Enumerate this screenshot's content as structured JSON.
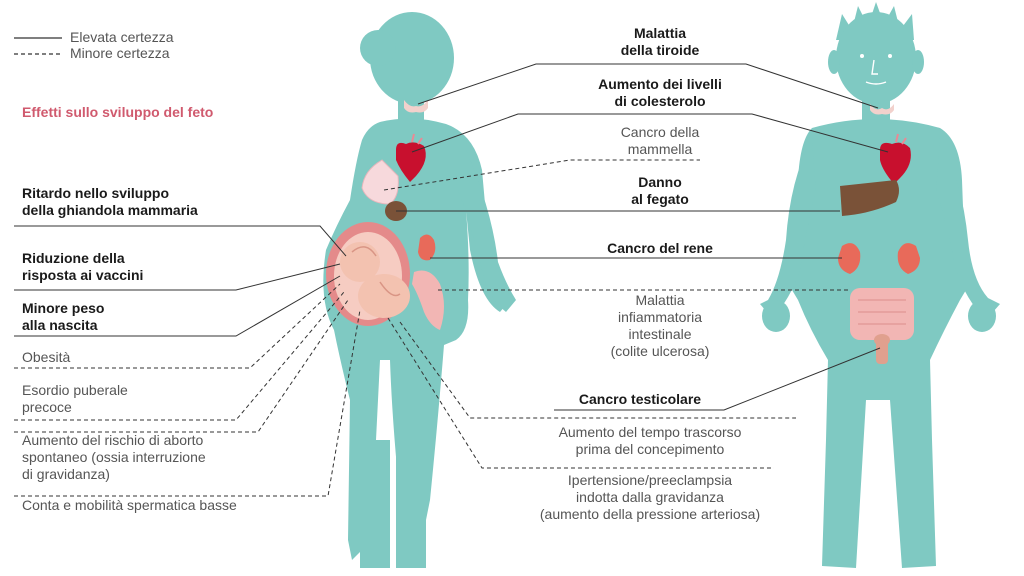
{
  "legend": {
    "solid": "Elevata certezza",
    "dashed": "Minore certezza"
  },
  "title": "Effetti sullo sviluppo del feto",
  "left_labels": {
    "mammary": [
      "Ritardo nello sviluppo",
      "della ghiandola mammaria"
    ],
    "vaccines": [
      "Riduzione della",
      "risposta ai vaccini"
    ],
    "birth_weight": [
      "Minore peso",
      "alla nascita"
    ],
    "obesity": "Obesità",
    "puberty": [
      "Esordio puberale",
      "precoce"
    ],
    "abortion": [
      "Aumento del rischio di aborto",
      "spontaneo (ossia interruzione",
      "di gravidanza)"
    ],
    "sperm": "Conta e mobilità spermatica basse"
  },
  "center_labels": {
    "thyroid": [
      "Malattia",
      "della tiroide"
    ],
    "cholesterol": [
      "Aumento dei livelli",
      "di colesterolo"
    ],
    "breast": [
      "Cancro della",
      "mammella"
    ],
    "liver": [
      "Danno",
      "al fegato"
    ],
    "kidney": "Cancro del rene",
    "bowel": [
      "Malattia",
      "infiammatoria",
      "intestinale",
      "(colite ulcerosa)"
    ],
    "testicular": "Cancro testicolare",
    "conception": [
      "Aumento del tempo trascorso",
      "prima del concepimento"
    ],
    "hypertension": [
      "Ipertensione/preeclampsia",
      "indotta dalla gravidanza",
      "(aumento della pressione arteriosa)"
    ]
  },
  "colors": {
    "body": "#7fc9c2",
    "heart": "#c8102e",
    "liver": "#7a5238",
    "breast": "#f7d9dc",
    "kidney": "#e86a5a",
    "bowel": "#f2b6b4",
    "uterus": "#e48a8a",
    "fetus": "#f3c2b0",
    "title": "#d05a6e"
  }
}
